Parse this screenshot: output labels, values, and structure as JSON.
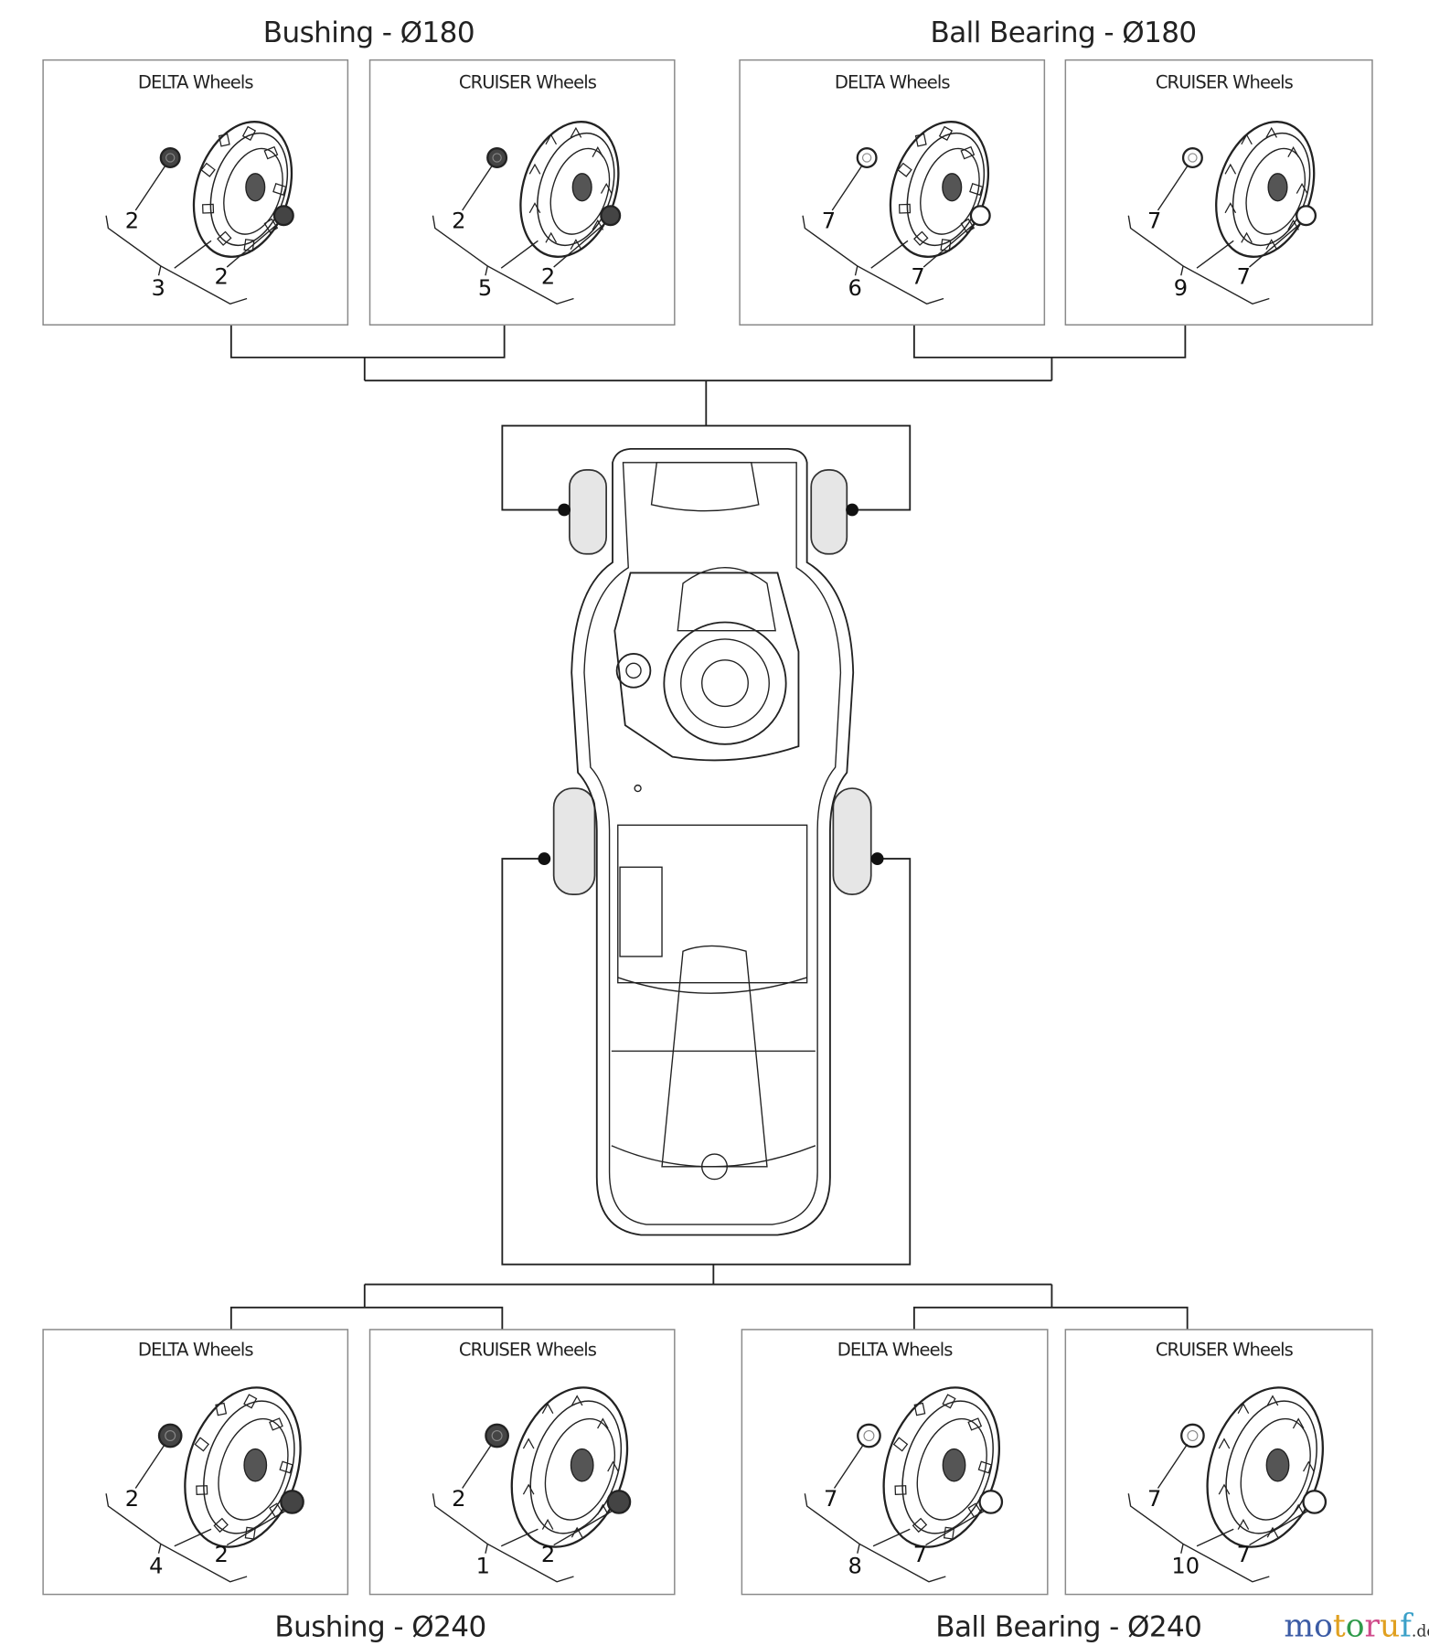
{
  "groups": [
    {
      "title": "Bushing - Ø180",
      "position": "top-left"
    },
    {
      "title": "Ball Bearing - Ø180",
      "position": "top-right"
    },
    {
      "title": "Bushing - Ø240",
      "position": "bottom-left"
    },
    {
      "title": "Ball Bearing - Ø240",
      "position": "bottom-right"
    }
  ],
  "panels": [
    {
      "label": "DELTA Wheels",
      "wheel": "3",
      "left_part": "2",
      "right_part": "2",
      "type": "bushing",
      "tread": "delta"
    },
    {
      "label": "CRUISER Wheels",
      "wheel": "5",
      "left_part": "2",
      "right_part": "2",
      "type": "bushing",
      "tread": "cruiser"
    },
    {
      "label": "DELTA Wheels",
      "wheel": "6",
      "left_part": "7",
      "right_part": "7",
      "type": "bearing",
      "tread": "delta"
    },
    {
      "label": "CRUISER Wheels",
      "wheel": "9",
      "left_part": "7",
      "right_part": "7",
      "type": "bearing",
      "tread": "cruiser"
    },
    {
      "label": "DELTA Wheels",
      "wheel": "4",
      "left_part": "2",
      "right_part": "2",
      "type": "bushing",
      "tread": "delta"
    },
    {
      "label": "CRUISER Wheels",
      "wheel": "1",
      "left_part": "2",
      "right_part": "2",
      "type": "bushing",
      "tread": "cruiser"
    },
    {
      "label": "DELTA Wheels",
      "wheel": "8",
      "left_part": "7",
      "right_part": "7",
      "type": "bearing",
      "tread": "delta"
    },
    {
      "label": "CRUISER Wheels",
      "wheel": "10",
      "left_part": "7",
      "right_part": "7",
      "type": "bearing",
      "tread": "cruiser"
    }
  ],
  "logo": {
    "text": "motoruf",
    "suffix": ".de",
    "letter_colors": [
      "#3b5ba5",
      "#3b5ba5",
      "#e0a020",
      "#2e9a4a",
      "#d04a8a",
      "#e0a020",
      "#3aa0c8"
    ]
  }
}
